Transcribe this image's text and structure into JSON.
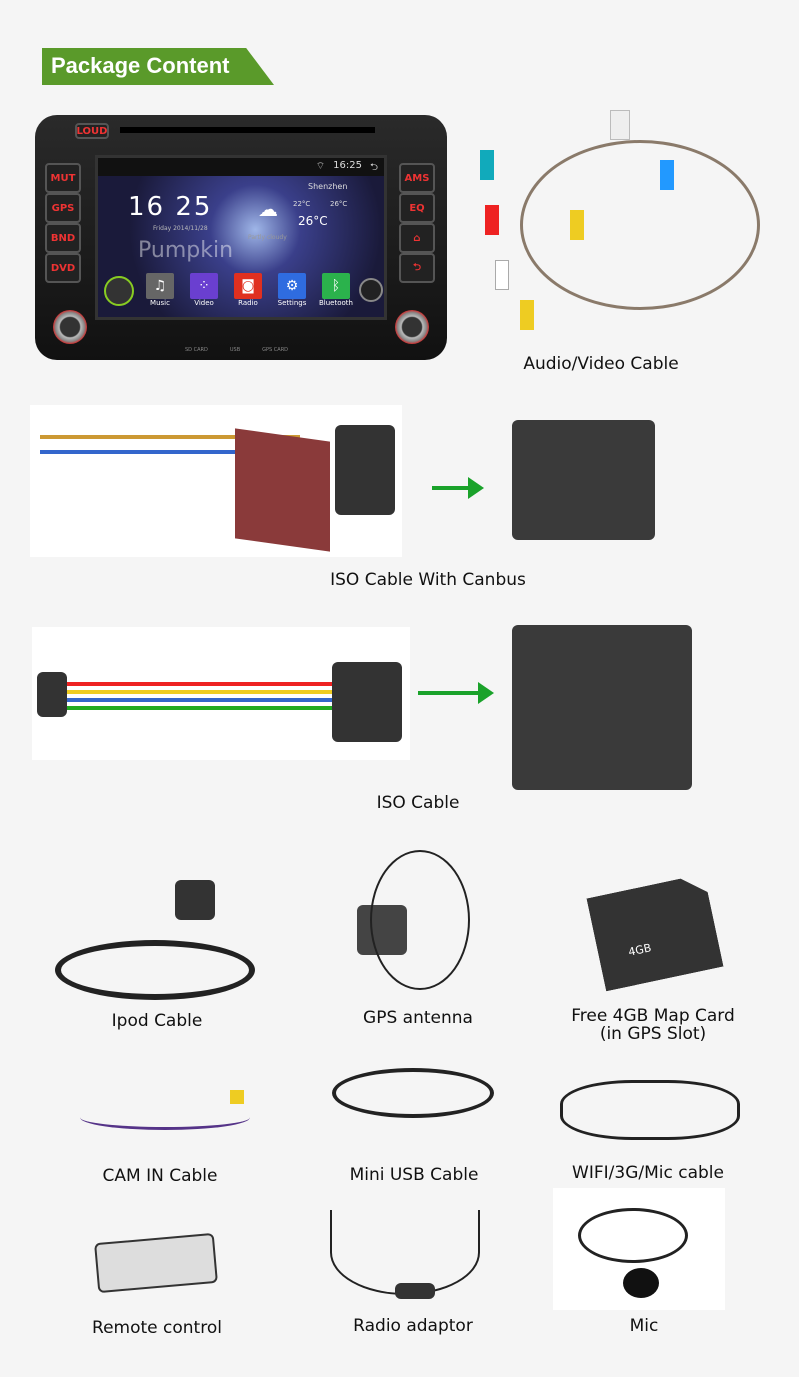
{
  "header": {
    "title": "Package Content"
  },
  "head_unit": {
    "top_button": "LOUD",
    "left_buttons": [
      "MUT",
      "GPS",
      "BND",
      "DVD"
    ],
    "right_buttons": [
      "AMS",
      "EQ",
      "⌂",
      "⮌"
    ],
    "status_time": "16:25",
    "clock": "16 25",
    "date": "Friday 2014/11/28",
    "city": "Shenzhen",
    "low_temp": "22°C",
    "high_temp": "26°C",
    "current_temp": "26°C",
    "weather": "Partly cloudy",
    "brand_watermark": "Pumpkin",
    "apps": [
      {
        "label": "Music",
        "color": "#666666",
        "icon": "♫"
      },
      {
        "label": "Video",
        "color": "#6a3fd0",
        "icon": "⁘"
      },
      {
        "label": "Radio",
        "color": "#e03020",
        "icon": "📻"
      },
      {
        "label": "Settings",
        "color": "#2f6ce0",
        "icon": "⚙"
      },
      {
        "label": "Bluetooth",
        "color": "#2bb24c",
        "icon": "ᛒ"
      }
    ],
    "slots": [
      "SD CARD",
      "USB",
      "GPS CARD"
    ]
  },
  "items": {
    "av_cable": "Audio/Video Cable",
    "iso_canbus": "ISO Cable With  Canbus",
    "iso_cable": "ISO Cable",
    "ipod": "Ipod Cable",
    "gps": "GPS antenna",
    "map_card": "Free 4GB Map Card",
    "map_card_note": "(in GPS Slot)",
    "sd_capacity": "4GB",
    "cam": "CAM IN Cable",
    "usb": "Mini USB Cable",
    "wifi": "WIFI/3G/Mic cable",
    "remote": "Remote control",
    "radio": "Radio adaptor",
    "mic": "Mic"
  }
}
